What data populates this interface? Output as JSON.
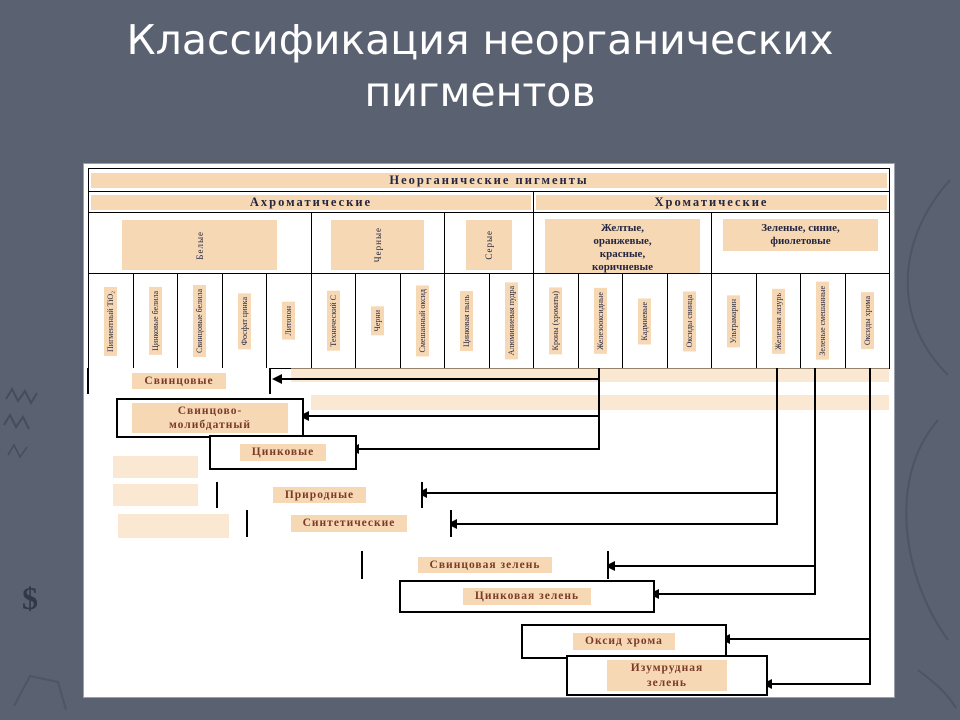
{
  "slide": {
    "title": "Классификация неорганических пигментов"
  },
  "diagram": {
    "root_label": "Неорганические пигменты",
    "branch_achromatic": "Ахроматические",
    "branch_chromatic": "Хроматические",
    "groups": [
      "Белые",
      "Черные",
      "Серые",
      "Желтые, оранжевые, красные, коричневые",
      "Зеленые, синие, фиолетовые"
    ],
    "pigments": [
      "Пигментный TiO₂",
      "Цинковые белила",
      "Свинцовые белила",
      "Фосфат цинка",
      "Литопон",
      "Технический С",
      "Черни",
      "Смешанный оксид",
      "Цинковая пыль",
      "Алюминиевая пудра",
      "Кроны (хроматы)",
      "Железооксидные",
      "Кадмиевые",
      "Оксиды свинца",
      "Ультрамарин",
      "Железная лазурь",
      "Зеленые смешанные",
      "Оксиды хрома"
    ],
    "flow_boxes": [
      "Свинцовые",
      "Свинцово-молибдатный",
      "Цинковые",
      "Природные",
      "Синтетические",
      "Свинцовая зелень",
      "Цинковая зелень",
      "Оксид хрома",
      "Изумрудная зелень"
    ]
  },
  "decorations": {
    "dollar_glyph": "$"
  },
  "colors": {
    "background": "#5a6170",
    "panel": "#ffffff",
    "cell_fill": "#f7d8b5",
    "table_text": "#242740",
    "flow_text": "#7b3b28",
    "line": "#000000"
  }
}
